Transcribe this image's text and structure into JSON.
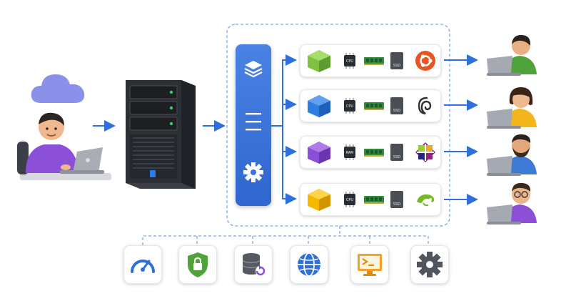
{
  "diagram": {
    "vms": [
      {
        "color": "#7fc241",
        "chip_label": "CPU",
        "ssd_label": "SSD",
        "os_icon": "ubuntu-icon"
      },
      {
        "color": "#2f7de0",
        "chip_label": "CPU",
        "ssd_label": "SSD",
        "os_icon": "debian-icon"
      },
      {
        "color": "#8a4fd6",
        "chip_label": "RAM",
        "ssd_label": "SSD",
        "os_icon": "centos-icon"
      },
      {
        "color": "#f5b800",
        "chip_label": "CPU",
        "ssd_label": "SSD",
        "os_icon": "opensuse-icon"
      }
    ],
    "bottom_icons": [
      "speedometer-icon",
      "shield-lock-icon",
      "database-backup-icon",
      "globe-network-icon",
      "terminal-monitor-icon",
      "gear-icon"
    ],
    "colors": {
      "accent": "#2f6fdc",
      "panel": "#3b73d9",
      "dashed": "#7aa6e8"
    }
  }
}
